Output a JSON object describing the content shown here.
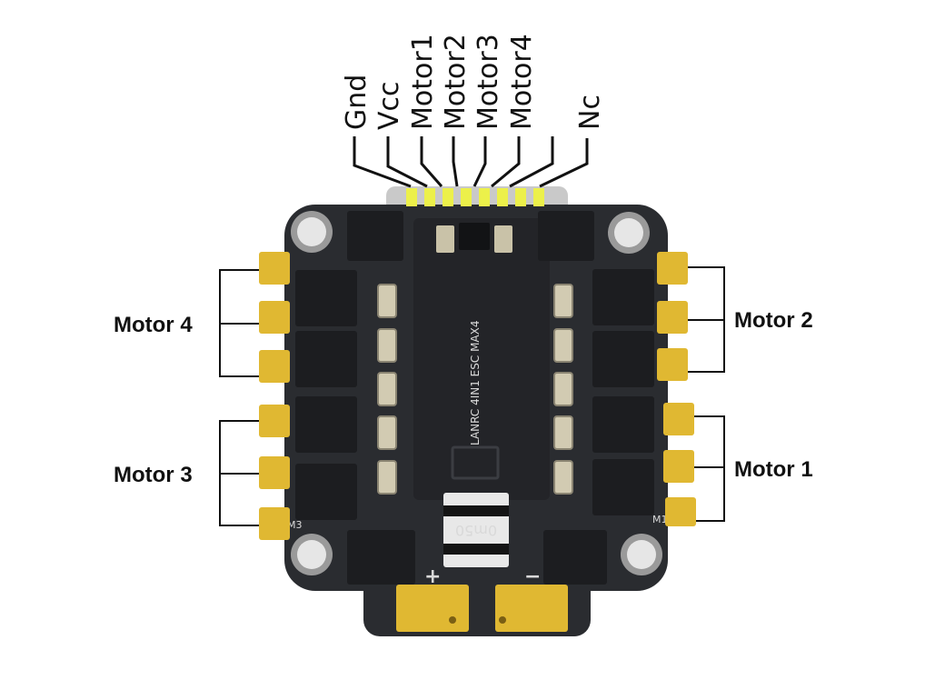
{
  "header_pins": {
    "labels": [
      "Gnd",
      "Vcc",
      "Motor1",
      "Motor2",
      "Motor3",
      "Motor4",
      "Nc"
    ]
  },
  "motor_groups": {
    "motor4": "Motor 4",
    "motor3": "Motor 3",
    "motor2": "Motor 2",
    "motor1": "Motor 1"
  },
  "board_markings": {
    "model": "LANRC 4IN1 ESC MAX4",
    "shunt": "0m50",
    "plus": "+",
    "minus": "−",
    "m3": "M3",
    "m1": "M1"
  },
  "colors": {
    "board": "#2a2c30",
    "pad": "#e0b832",
    "header_pad": "#ecf04a",
    "mosfet": "#1c1d20",
    "line": "#111111"
  }
}
